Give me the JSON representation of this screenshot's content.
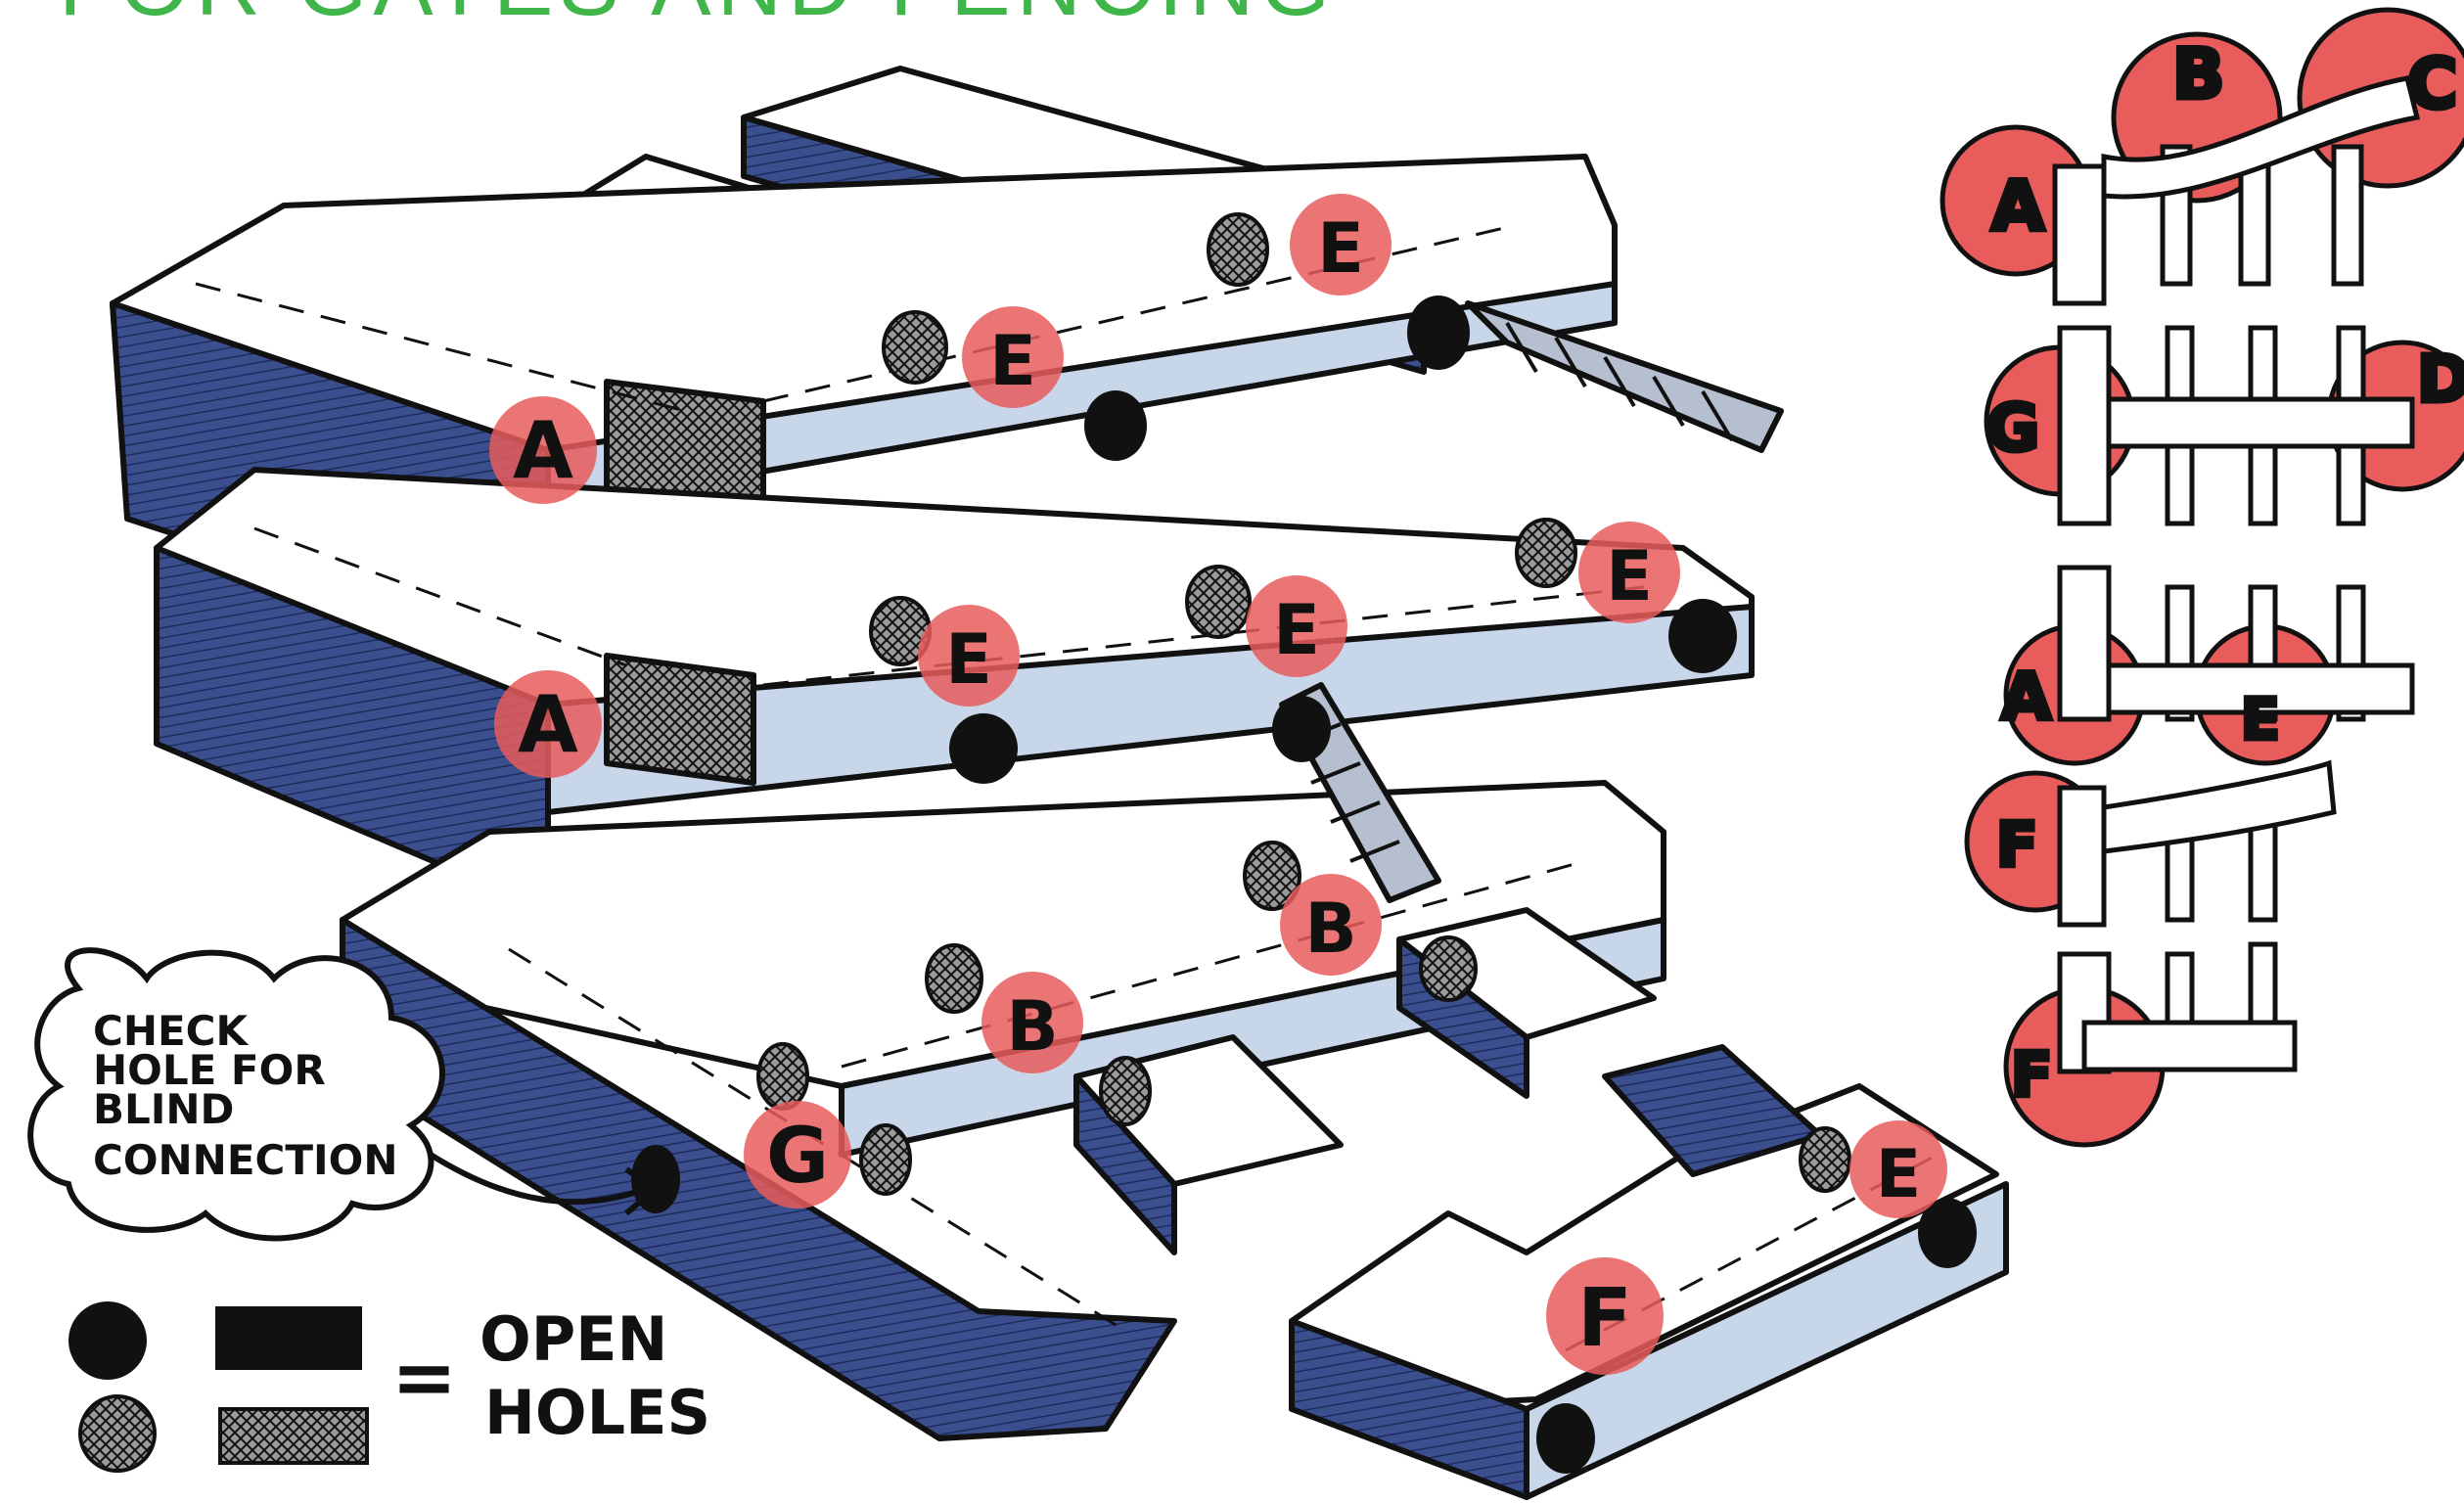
{
  "title": "FOR GATES AND FENCING",
  "colors": {
    "title_green": "#3fb54a",
    "shade_blue": "#3b4f8f",
    "light_blue": "#c8d6ea",
    "marker_red": "#e85c5c",
    "ink": "#111111"
  },
  "callout": {
    "line1": "CHECK",
    "line2": "HOLE FOR",
    "line3": "BLIND",
    "line4": "CONNECTION"
  },
  "legend": {
    "line1": "OPEN",
    "line2": "HOLES",
    "equals": "="
  },
  "markers": {
    "main": [
      "A",
      "E",
      "E",
      "A",
      "E",
      "E",
      "E",
      "B",
      "B",
      "G",
      "E",
      "F"
    ],
    "side": [
      "A",
      "B",
      "C",
      "G",
      "D",
      "A",
      "E",
      "F",
      "F"
    ]
  }
}
